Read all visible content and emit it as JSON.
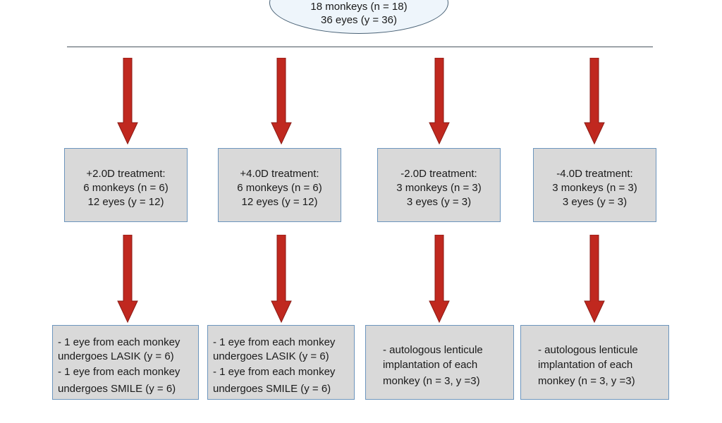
{
  "root": {
    "line1": "18 monkeys (n = 18)",
    "line2": "36 eyes (y = 36)"
  },
  "groups": [
    {
      "title": "+2.0D treatment:",
      "monkeys": "6 monkeys (n = 6)",
      "eyes": "12 eyes (y = 12)",
      "outcome_a": "- 1 eye from each monkey undergoes LASIK (y = 6)",
      "outcome_b": "- 1 eye from each monkey undergoes SMILE (y = 6)"
    },
    {
      "title": "+4.0D treatment:",
      "monkeys": "6 monkeys (n = 6)",
      "eyes": "12 eyes (y = 12)",
      "outcome_a": "- 1 eye from each monkey undergoes LASIK (y = 6)",
      "outcome_b": "- 1 eye from each monkey undergoes SMILE (y = 6)"
    },
    {
      "title": "-2.0D treatment:",
      "monkeys": "3 monkeys (n = 3)",
      "eyes": "3 eyes (y = 3)",
      "outcome_a": "- autologous lenticule implantation of each",
      "outcome_b": "monkey (n = 3, y =3)"
    },
    {
      "title": "-4.0D treatment:",
      "monkeys": "3 monkeys (n = 3)",
      "eyes": "3 eyes (y = 3)",
      "outcome_a": "- autologous lenticule implantation of each",
      "outcome_b": "monkey (n = 3, y =3)"
    }
  ],
  "colors": {
    "arrow": "#c0281f",
    "arrow_outline": "#8a1a14",
    "box_fill": "#d9d9d9",
    "box_border": "#6c95bd",
    "ellipse_fill": "#eef5fb",
    "ellipse_border": "#4a6276"
  }
}
